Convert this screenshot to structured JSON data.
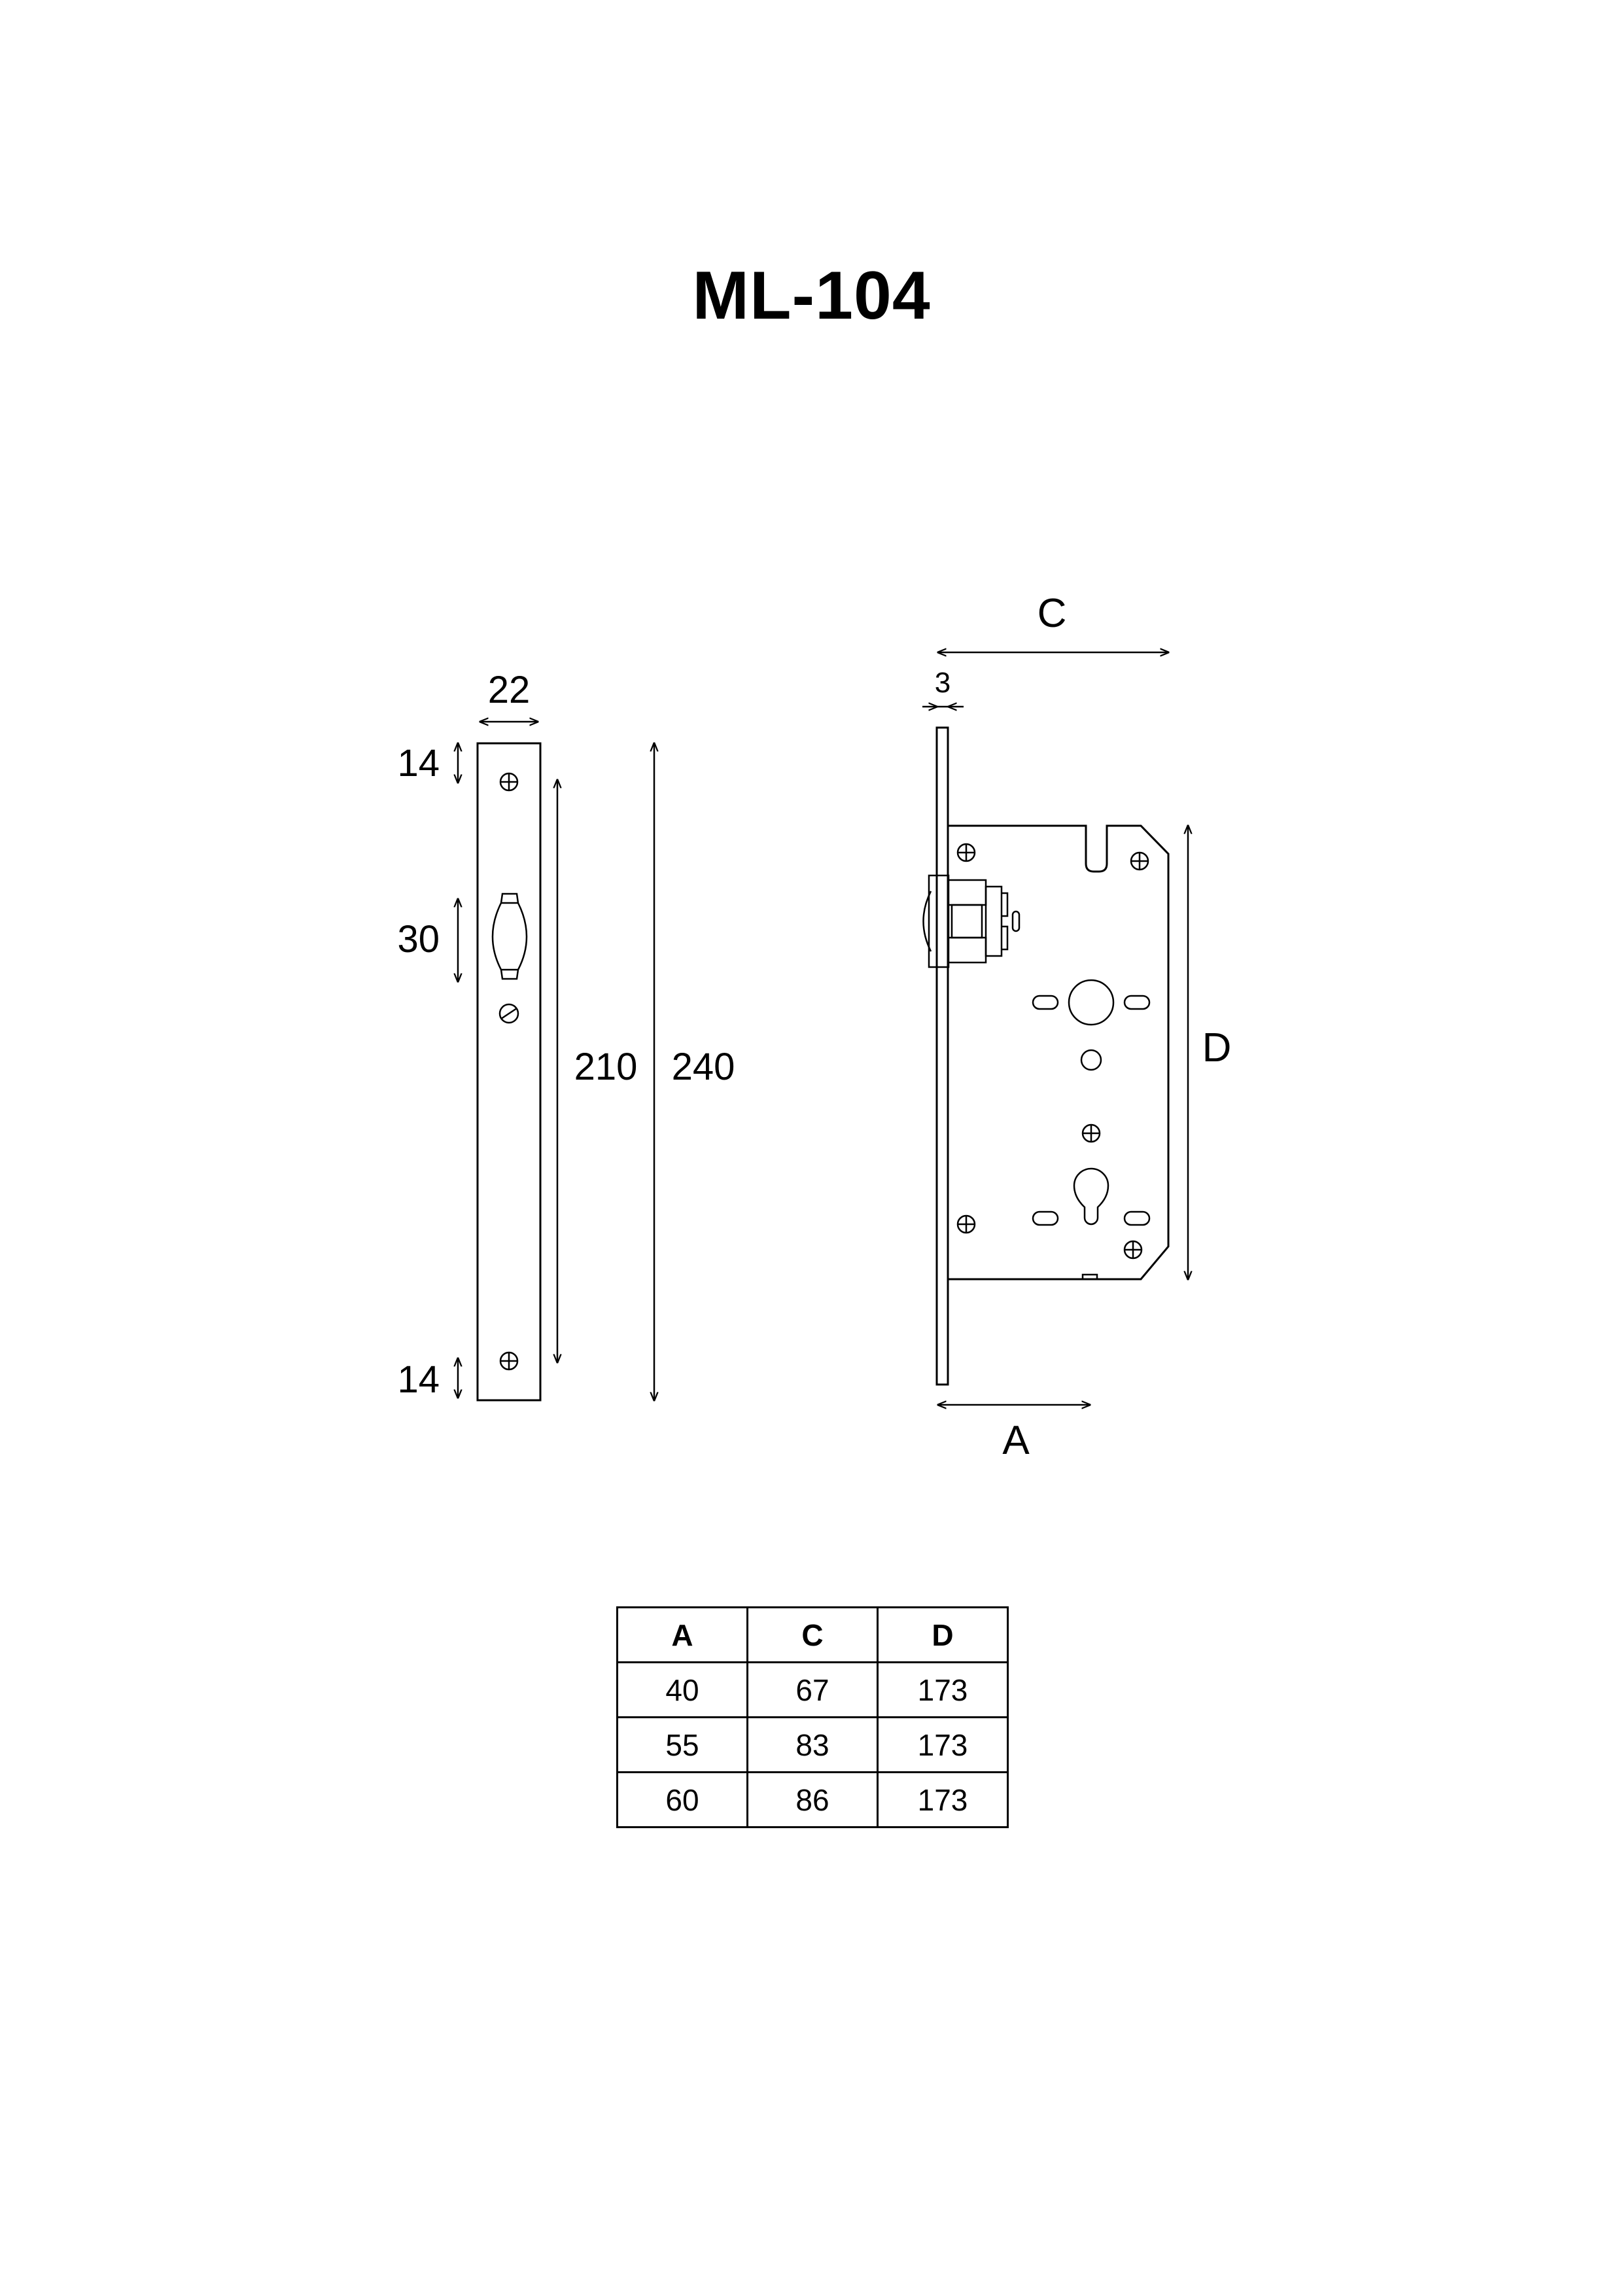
{
  "title": "ML-104",
  "front_view": {
    "width_label": "22",
    "top_offset_label": "14",
    "latch_label": "30",
    "bottom_offset_label": "14",
    "inner_length_label": "210",
    "total_length_label": "240"
  },
  "side_view": {
    "c_label": "C",
    "plate_thickness_label": "3",
    "d_label": "D",
    "a_label": "A"
  },
  "table": {
    "headers": [
      "A",
      "C",
      "D"
    ],
    "rows": [
      [
        "40",
        "67",
        "173"
      ],
      [
        "55",
        "83",
        "173"
      ],
      [
        "60",
        "86",
        "173"
      ]
    ]
  }
}
